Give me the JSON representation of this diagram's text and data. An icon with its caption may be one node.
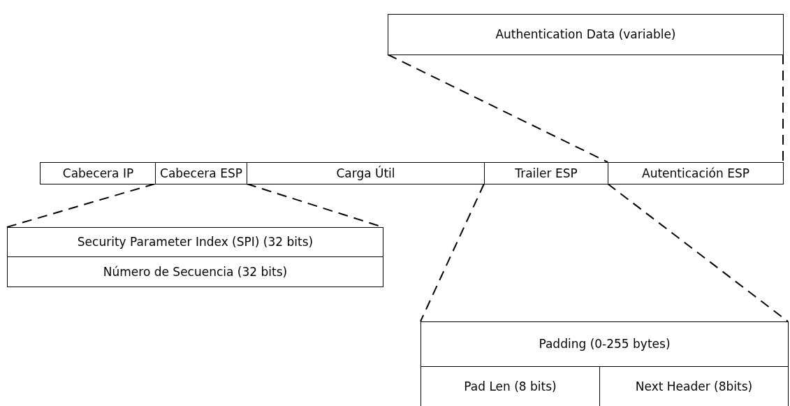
{
  "diagram": {
    "nodes": [
      {
        "text": [
          "Authentication Data (variable)"
        ]
      },
      {
        "text": [
          "Cabecera IP"
        ]
      },
      {
        "text": [
          "Cabecera ESP"
        ]
      },
      {
        "text": [
          "Carga Útil"
        ]
      },
      {
        "text": [
          "Trailer ESP"
        ]
      },
      {
        "text": [
          "Autenticación ESP"
        ]
      },
      {
        "text": [
          "Security Parameter Index (SPI) (32 bits)"
        ]
      },
      {
        "text": [
          "Número de Secuencia (32 bits)"
        ]
      },
      {
        "text": [
          "Padding (0-255 bytes)"
        ]
      },
      {
        "text": [
          "Pad Len (8 bits)"
        ]
      },
      {
        "text": [
          "Next Header (8bits)"
        ]
      }
    ],
    "edges": [
      {
        "from": 0,
        "to": 5,
        "arrow": "none",
        "style": "dashed"
      },
      {
        "from": 0,
        "to": 5,
        "arrow": "none",
        "style": "dashed"
      },
      {
        "from": 2,
        "to": 6,
        "arrow": "none",
        "style": "dashed"
      },
      {
        "from": 2,
        "to": 6,
        "arrow": "none",
        "style": "dashed"
      },
      {
        "from": 4,
        "to": 8,
        "arrow": "none",
        "style": "dashed"
      },
      {
        "from": 4,
        "to": 8,
        "arrow": "none",
        "style": "dashed"
      }
    ]
  }
}
